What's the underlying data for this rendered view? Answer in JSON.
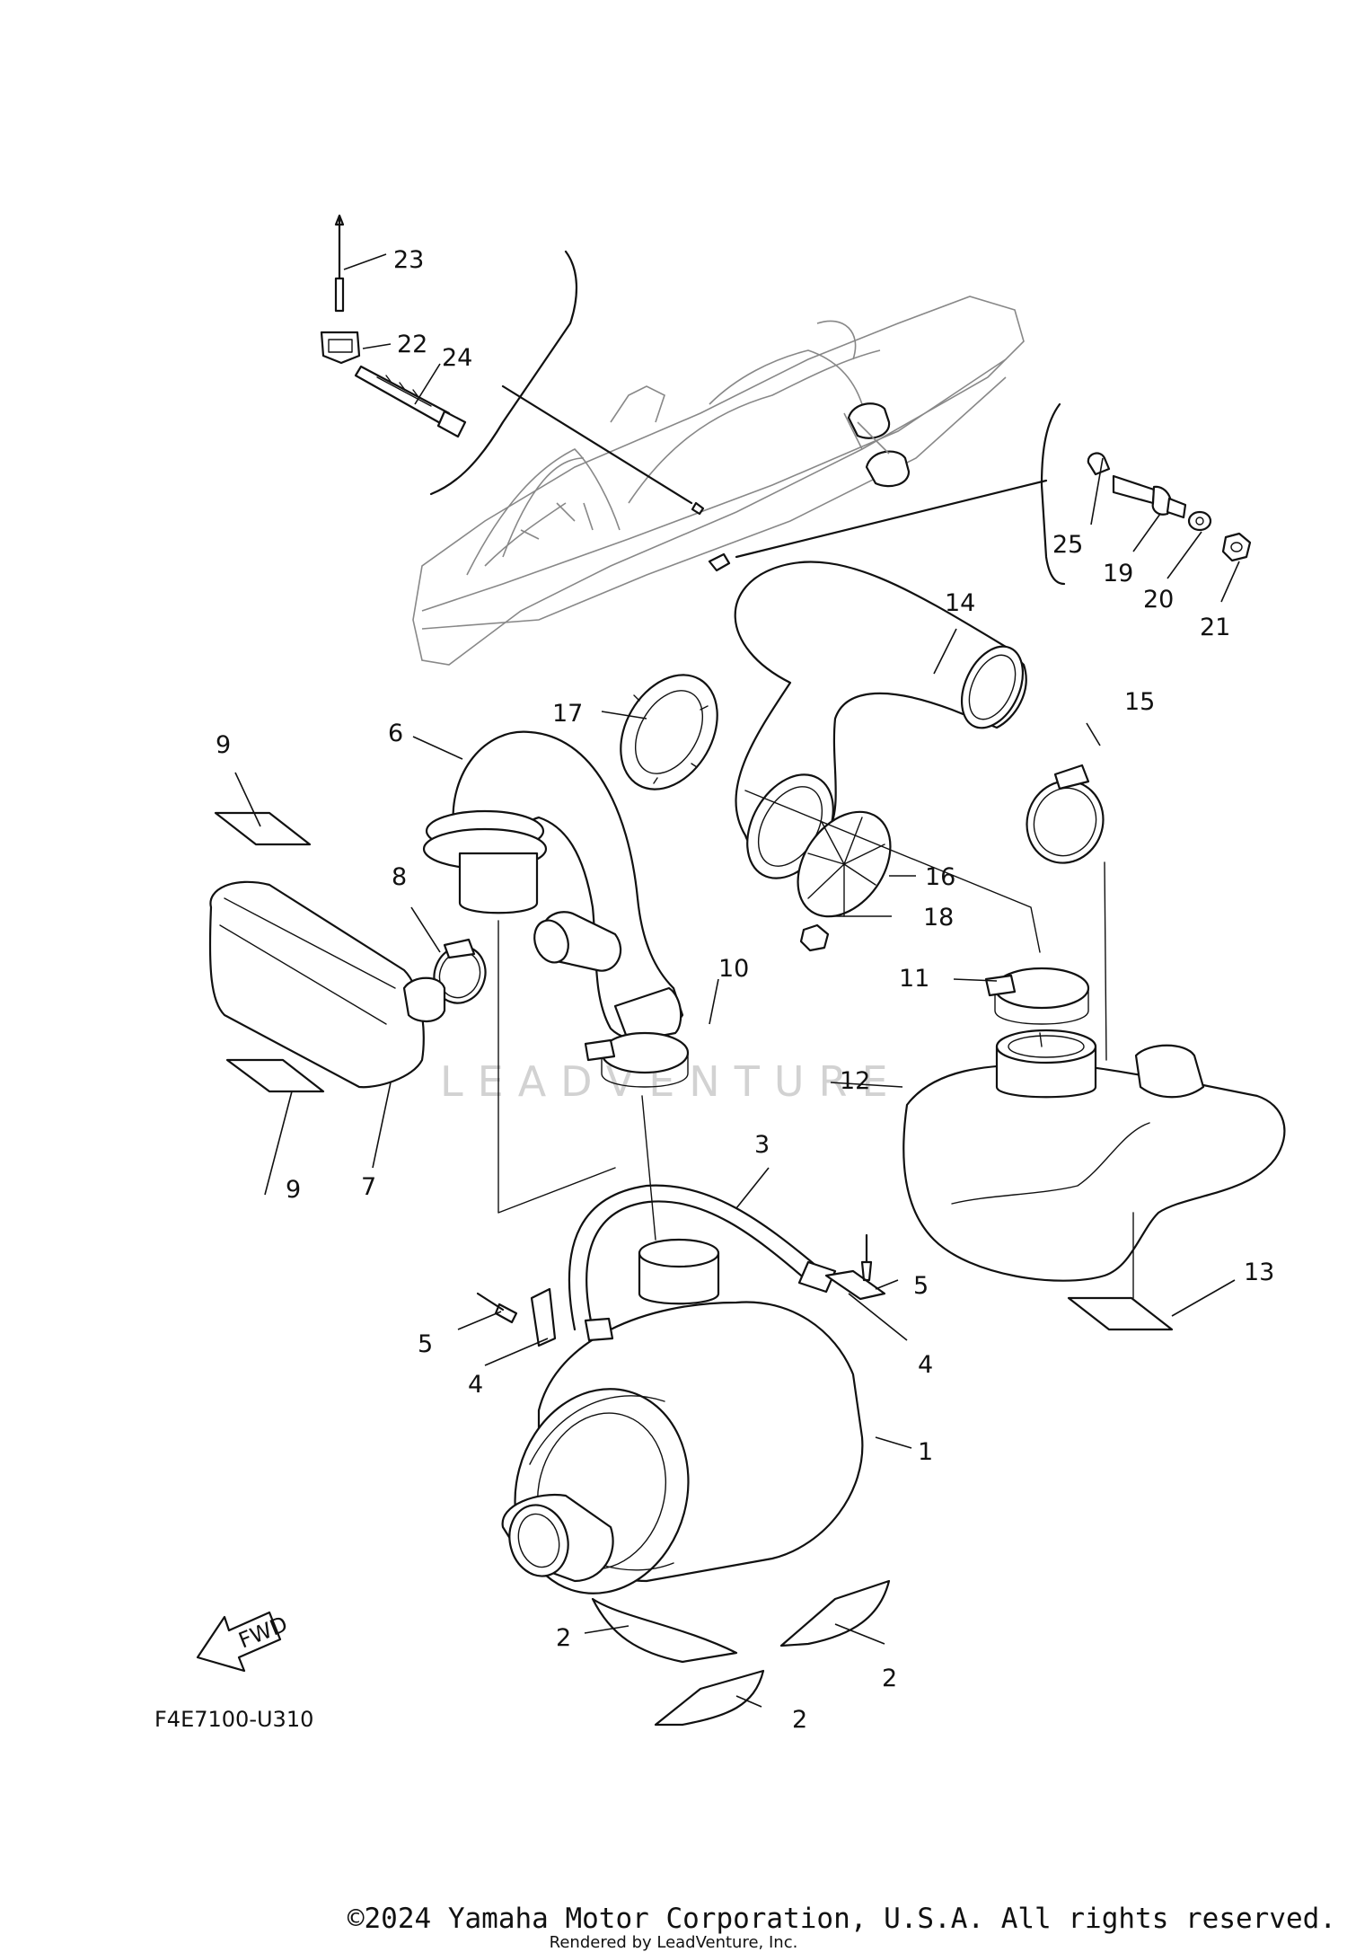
{
  "watermark": "LEADVENTURE",
  "diagram_code": "F4E7100-U310",
  "fwd_label": "FWD",
  "copyright": "©2024 Yamaha Motor Corporation, U.S.A. All rights reserved.",
  "rendered_by": "Rendered by LeadVenture, Inc.",
  "callouts": {
    "c1": "1",
    "c2a": "2",
    "c2b": "2",
    "c2c": "2",
    "c3": "3",
    "c4a": "4",
    "c4b": "4",
    "c5a": "5",
    "c5b": "5",
    "c6": "6",
    "c7": "7",
    "c8": "8",
    "c9a": "9",
    "c9b": "9",
    "c10": "10",
    "c11": "11",
    "c12": "12",
    "c13": "13",
    "c14": "14",
    "c15": "15",
    "c16": "16",
    "c17": "17",
    "c18": "18",
    "c19": "19",
    "c20": "20",
    "c21": "21",
    "c22": "22",
    "c23": "23",
    "c24": "24",
    "c25": "25"
  }
}
